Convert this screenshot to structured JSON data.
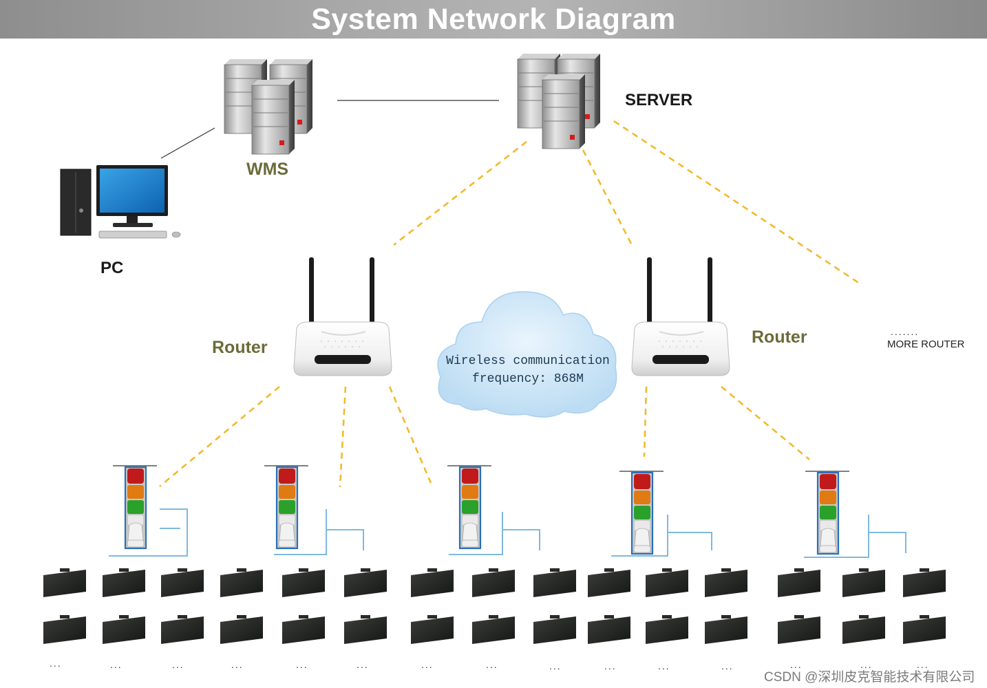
{
  "title": "System  Network Diagram",
  "labels": {
    "server": "SERVER",
    "wms": "WMS",
    "pc": "PC",
    "router_left": "Router",
    "router_right": "Router",
    "more_dots": ".......",
    "more_router": "MORE ROUTER"
  },
  "cloud": {
    "line1": "Wireless communication",
    "line2": "frequency: 868M"
  },
  "ellipsis": "...",
  "watermark": "CSDN @深圳皮克智能技术有限公司",
  "colors": {
    "title_bar": "#a0a0a0",
    "wireless_link": "#f2b92c",
    "wired_link": "#7fb8e0",
    "label_olive": "#6b6b3a",
    "cloud": "#cfe6f8"
  }
}
